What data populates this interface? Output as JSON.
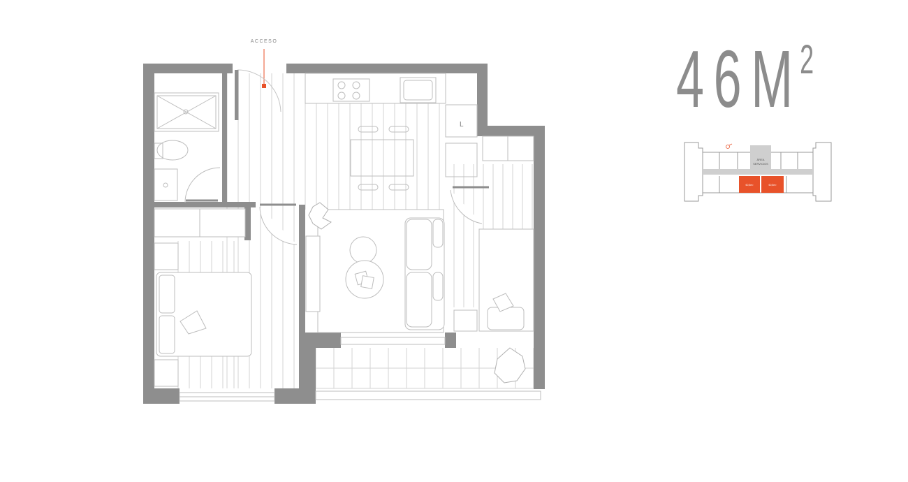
{
  "plan": {
    "area_value": "46M",
    "area_superscript": "2",
    "access_label": "ACCESO",
    "wall_color": "#8e8e8e",
    "line_color": "#c7c7c7",
    "accent_color": "#e8522a"
  },
  "keyplan": {
    "service_area_label_line1": "ÁREA",
    "service_area_label_line2": "SERVICIOS",
    "unit_left_label": "60,5m²",
    "unit_right_label": "60,5m²",
    "highlight_color": "#e8522a",
    "core_color": "#cfcfcf"
  }
}
